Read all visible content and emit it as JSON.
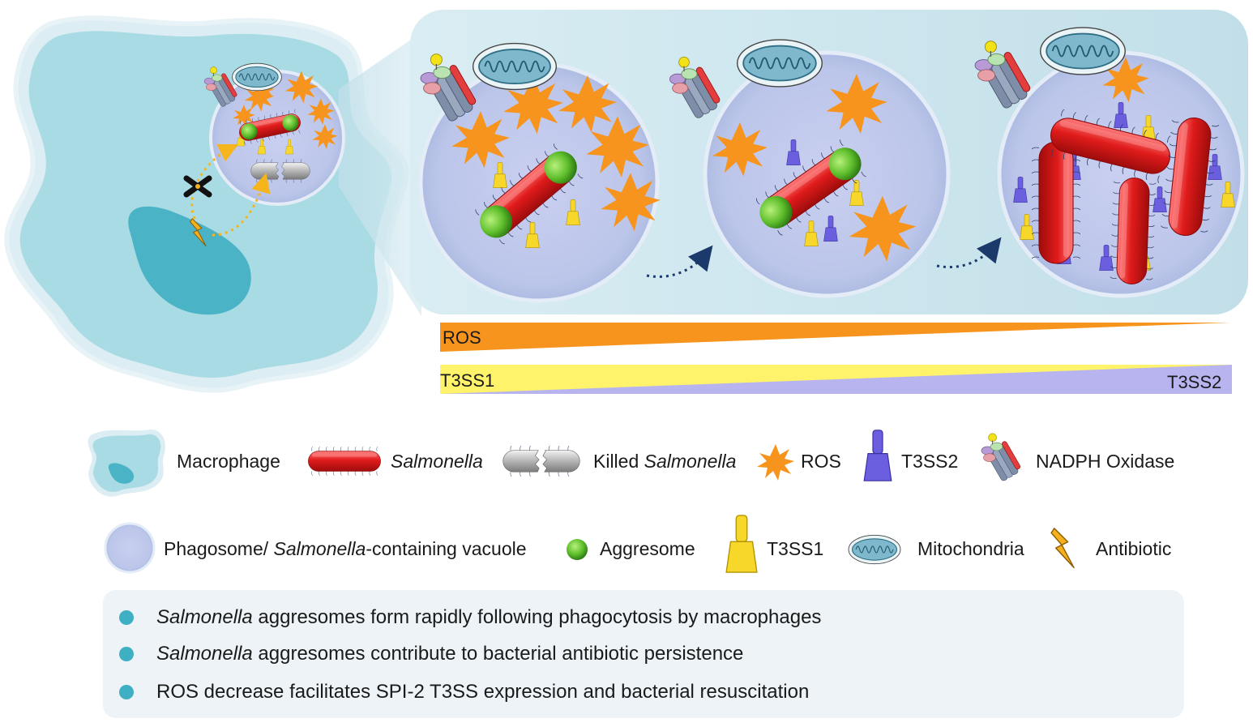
{
  "gradient_bars": {
    "ros_label": "ROS",
    "t3ss1_label": "T3SS1",
    "t3ss2_label": "T3SS2",
    "colors": {
      "ros": "#f7941d",
      "t3ss1": "#fff36b",
      "t3ss2": "#b8b4f0"
    }
  },
  "legend": {
    "row1": [
      {
        "icon": "macrophage-icon",
        "label": "Macrophage",
        "italic_prefix": ""
      },
      {
        "icon": "salmonella-icon",
        "label": "",
        "italic_prefix": "Salmonella"
      },
      {
        "icon": "killed-salmonella-icon",
        "label": "Killed ",
        "italic_suffix": "Salmonella"
      },
      {
        "icon": "ros-icon",
        "label": "ROS"
      },
      {
        "icon": "t3ss2-icon",
        "label": "T3SS2"
      },
      {
        "icon": "nadph-oxidase-icon",
        "label": "NADPH Oxidase"
      }
    ],
    "row2": [
      {
        "icon": "phagosome-icon",
        "label_a": "Phagosome/ ",
        "label_italic": "Salmonella",
        "label_b": "-containing vacuole"
      },
      {
        "icon": "aggresome-icon",
        "label": "Aggresome"
      },
      {
        "icon": "t3ss1-icon",
        "label": "T3SS1"
      },
      {
        "icon": "mitochondria-icon",
        "label": "Mitochondria"
      },
      {
        "icon": "antibiotic-icon",
        "label": "Antibiotic"
      }
    ]
  },
  "summary": [
    {
      "italic": "Salmonella",
      "text": " aggresomes form rapidly following phagocytosis by macrophages"
    },
    {
      "italic": "Salmonella",
      "text": " aggresomes contribute to bacterial antibiotic persistence"
    },
    {
      "italic": "",
      "text": "ROS decrease facilitates SPI-2 T3SS expression and bacterial resuscitation"
    }
  ],
  "colors": {
    "macrophage": "#a9dbe4",
    "nucleus": "#4bb3c6",
    "panel": "#c4e1ea",
    "vacuole": "#c7cfee",
    "salmonella": "#e01b1b",
    "aggresome": "#6cc93a",
    "ros": "#f7941d",
    "t3ss1": "#f6d72a",
    "t3ss2": "#6b5fe0",
    "arrow": "#1b3a6b"
  }
}
